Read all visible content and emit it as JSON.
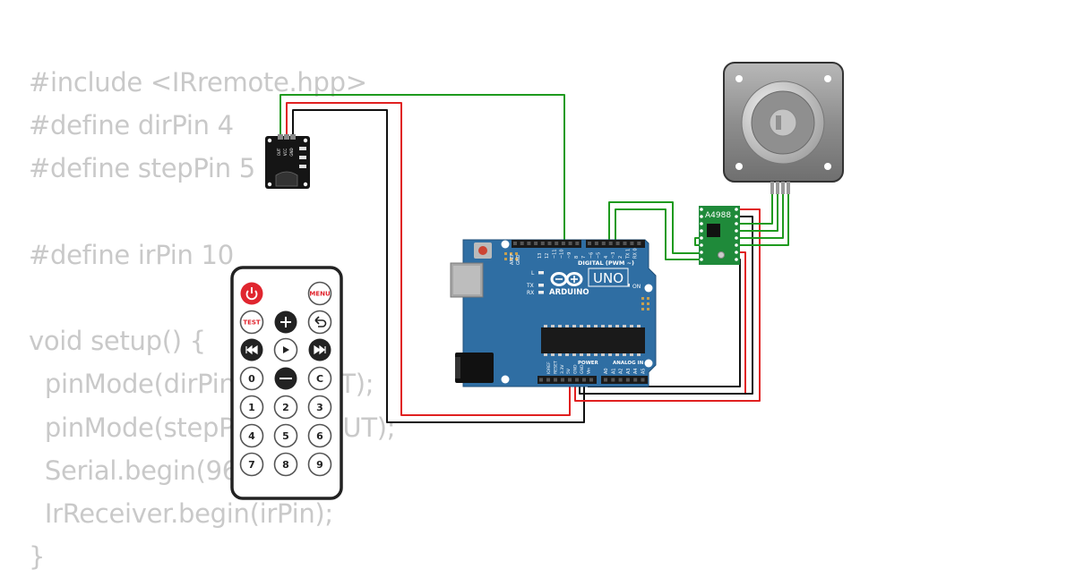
{
  "code_lines": [
    "#include <IRremote.hpp>",
    "#define dirPin 4",
    "#define stepPin 5",
    "",
    "#define irPin 10",
    "",
    "void setup() {",
    "  pinMode(dirPin, OUTPUT);",
    "  pinMode(stepPin, OUTPUT);",
    "  Serial.begin(9600);",
    "  IrReceiver.begin(irPin);",
    "}"
  ],
  "ir_receiver": {
    "pin_labels": [
      "OUT",
      "VCC",
      "GND"
    ]
  },
  "remote": {
    "buttons": [
      {
        "label": "",
        "icon": "power-icon",
        "color": "#e0262f"
      },
      {
        "label": "",
        "icon": "none",
        "color": "#ffffff"
      },
      {
        "label": "MENU",
        "icon": "none",
        "color": "#ffffff"
      },
      {
        "label": "TEST",
        "icon": "none",
        "color": "#ffffff"
      },
      {
        "label": "+",
        "icon": "plus-icon",
        "color": "#222222"
      },
      {
        "label": "",
        "icon": "back-arrow-icon",
        "color": "#ffffff"
      },
      {
        "label": "",
        "icon": "prev-track-icon",
        "color": "#222222"
      },
      {
        "label": "",
        "icon": "play-icon",
        "color": "#ffffff"
      },
      {
        "label": "",
        "icon": "next-track-icon",
        "color": "#222222"
      },
      {
        "label": "0",
        "icon": "none",
        "color": "#ffffff"
      },
      {
        "label": "−",
        "icon": "minus-icon",
        "color": "#222222"
      },
      {
        "label": "C",
        "icon": "none",
        "color": "#ffffff"
      },
      {
        "label": "1",
        "icon": "none",
        "color": "#ffffff"
      },
      {
        "label": "2",
        "icon": "none",
        "color": "#ffffff"
      },
      {
        "label": "3",
        "icon": "none",
        "color": "#ffffff"
      },
      {
        "label": "4",
        "icon": "none",
        "color": "#ffffff"
      },
      {
        "label": "5",
        "icon": "none",
        "color": "#ffffff"
      },
      {
        "label": "6",
        "icon": "none",
        "color": "#ffffff"
      },
      {
        "label": "7",
        "icon": "none",
        "color": "#ffffff"
      },
      {
        "label": "8",
        "icon": "none",
        "color": "#ffffff"
      },
      {
        "label": "9",
        "icon": "none",
        "color": "#ffffff"
      }
    ]
  },
  "arduino": {
    "logo_text": "ARDUINO",
    "model": "UNO",
    "digital_label": "DIGITAL (PWM ~)",
    "power_label": "POWER",
    "analog_label": "ANALOG IN",
    "on_label": "ON",
    "l_label": "L",
    "tx_label": "TX",
    "rx_label": "RX",
    "aref_label": "AREF",
    "gnd_label": "GND",
    "digital_pins": [
      "13",
      "12",
      "~11",
      "~10",
      "~9",
      "8",
      "7",
      "~6",
      "~5",
      "4",
      "~3",
      "2",
      "TX 1",
      "RX 0"
    ],
    "power_pins": [
      "IOREF",
      "RESET",
      "3.3V",
      "5V",
      "GND",
      "GND",
      "Vin"
    ],
    "analog_pins": [
      "A0",
      "A1",
      "A2",
      "A3",
      "A4",
      "A5"
    ],
    "board_color": "#2f6ea3"
  },
  "driver": {
    "label": "A4988",
    "board_color": "#1f8a3a"
  },
  "wire_colors": {
    "signal": "#1e9a1e",
    "power": "#e02020",
    "ground": "#111111"
  }
}
